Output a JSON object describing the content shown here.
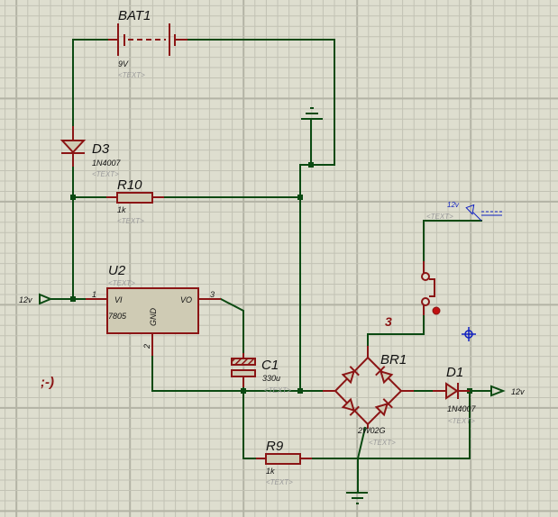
{
  "app": "Schematic Capture",
  "colors": {
    "background": "#dedecf",
    "grid_minor": "#c2c2b4",
    "grid_major": "#b3b3a5",
    "wire": "#0b4a12",
    "component": "#8b1515",
    "component_fill": "#cfcbb4",
    "text_placeholder": "#9a9a9a",
    "probe": "#1020c0"
  },
  "components": {
    "bat1": {
      "ref": "BAT1",
      "value": "9V",
      "text": "<TEXT>"
    },
    "d3": {
      "ref": "D3",
      "value": "1N4007",
      "text": "<TEXT>"
    },
    "r10": {
      "ref": "R10",
      "value": "1k",
      "text": "<TEXT>"
    },
    "u2": {
      "ref": "U2",
      "value": "7805",
      "text": "<TEXT>",
      "pin_vi": "VI",
      "pin_vo": "VO",
      "pin_gnd": "GND",
      "pin1": "1",
      "pin2": "2",
      "pin3": "3"
    },
    "c1": {
      "ref": "C1",
      "value": "330u",
      "text": "<TEXT>"
    },
    "br1": {
      "ref": "BR1",
      "value": "2W02G",
      "text": "<TEXT>"
    },
    "d1": {
      "ref": "D1",
      "value": "1N4007",
      "text": "<TEXT>"
    },
    "r9": {
      "ref": "R9",
      "value": "1k",
      "text": "<TEXT>"
    },
    "sw": {
      "node_label": "3"
    }
  },
  "terminals": {
    "in_12v": "12v",
    "out_12v": "12v",
    "gen_12v": "12v",
    "gen_text": "<TEXT>"
  },
  "annotation": ";-)"
}
